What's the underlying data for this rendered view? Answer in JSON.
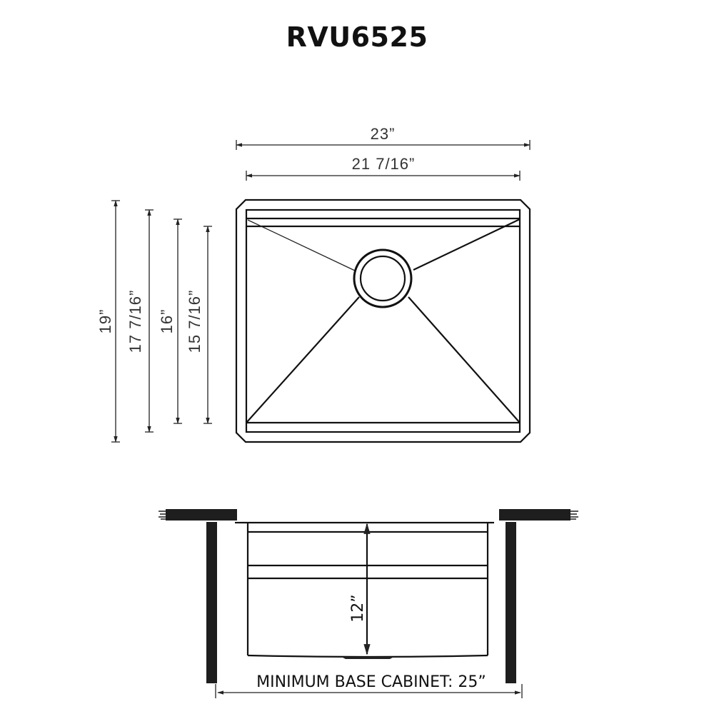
{
  "title": "RVU6525",
  "top_view": {
    "width_dimensions": [
      {
        "label": "23”",
        "meaning": "overall width"
      },
      {
        "label": "21 7/16”",
        "meaning": "inner bowl width"
      }
    ],
    "depth_dimensions": [
      {
        "label": "19”",
        "meaning": "overall depth"
      },
      {
        "label": "17 7/16”",
        "meaning": "inner flange depth"
      },
      {
        "label": "16”",
        "meaning": "bowl depth"
      },
      {
        "label": "15 7/16”",
        "meaning": "bottom depth"
      }
    ],
    "drain": "center-rear drain"
  },
  "side_view": {
    "depth_label": "12”",
    "cabinet_label": "MINIMUM BASE CABINET: 25”"
  },
  "colors": {
    "line": "#111111",
    "dimension_text": "#333333",
    "background": "#ffffff"
  }
}
